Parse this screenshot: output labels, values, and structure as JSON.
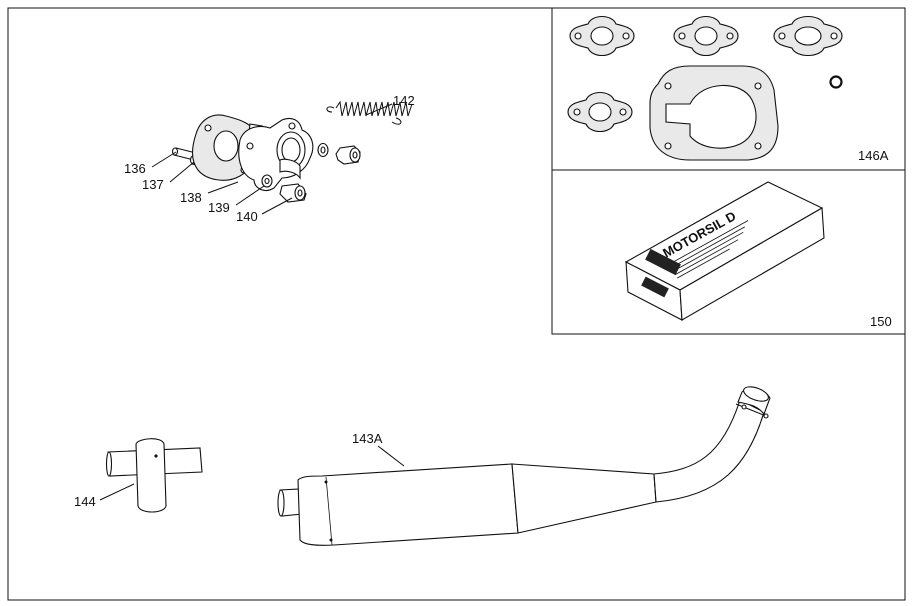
{
  "callouts": {
    "p136": "136",
    "p137": "137",
    "p138": "138",
    "p139": "139",
    "p140": "140",
    "p142": "142",
    "p143A": "143A",
    "p144": "144",
    "p146A": "146A",
    "p150": "150"
  },
  "sealant_box": {
    "brand": "MOTORSIL D"
  }
}
